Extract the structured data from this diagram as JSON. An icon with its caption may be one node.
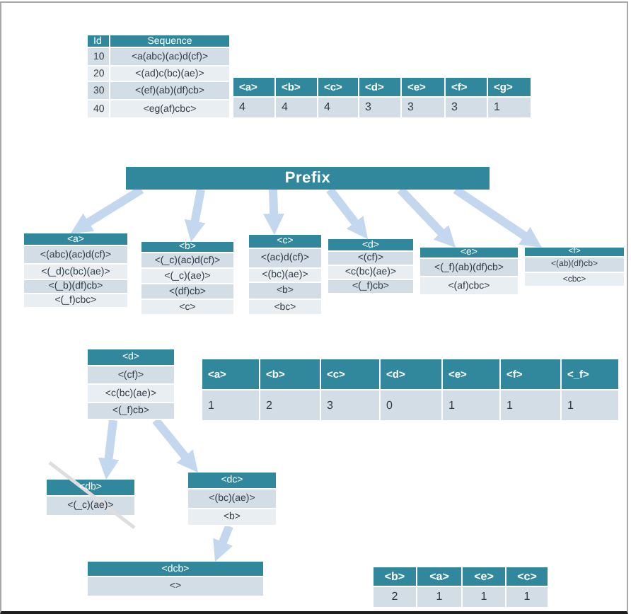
{
  "diagram": {
    "nodes": [
      {
        "text": [
          "Prefix"
        ]
      },
      {
        "text": [
          "<a>",
          "<(abc)(ac)d(cf)>",
          "<(_d)c(bc)(ae)>",
          "<(_b)(df)cb>",
          "<(_f)cbc>"
        ]
      },
      {
        "text": [
          "<b>",
          "<(_c)(ac)d(cf)>",
          "<(_c)(ae)>",
          "<(df)cb>",
          "<c>"
        ]
      },
      {
        "text": [
          "<c>",
          "<(ac)d(cf)>",
          "<(bc)(ae)>",
          "<b>",
          "<bc>"
        ]
      },
      {
        "text": [
          "<d>",
          "<(cf)>",
          "<c(bc)(ae)>",
          "<(_f)cb>"
        ]
      },
      {
        "text": [
          "<e>",
          "<(_f)(ab)(df)cb>",
          "<(af)cbc>"
        ]
      },
      {
        "text": [
          "<f>",
          "<(ab)(df)cb>",
          "<cbc>"
        ]
      },
      {
        "text": [
          "<d>",
          "<(cf)>",
          "<c(bc)(ae)>",
          "<(_f)cb>"
        ]
      },
      {
        "text": [
          "<db>",
          "<(_c)(ae)>"
        ]
      },
      {
        "text": [
          "<dc>",
          "<(bc)(ae)>",
          "<b>"
        ]
      },
      {
        "text": [
          "<dcb>",
          "<>"
        ]
      }
    ],
    "edges": [
      {
        "from": 0,
        "to": 1,
        "arrow": "to"
      },
      {
        "from": 0,
        "to": 2,
        "arrow": "to"
      },
      {
        "from": 0,
        "to": 3,
        "arrow": "to"
      },
      {
        "from": 0,
        "to": 4,
        "arrow": "to"
      },
      {
        "from": 0,
        "to": 5,
        "arrow": "to"
      },
      {
        "from": 0,
        "to": 6,
        "arrow": "to"
      },
      {
        "from": 7,
        "to": 8,
        "arrow": "to"
      },
      {
        "from": 7,
        "to": 9,
        "arrow": "to"
      },
      {
        "from": 9,
        "to": 10,
        "arrow": "to"
      }
    ],
    "labels": [
      "Id",
      "Sequence",
      "10",
      "<a(abc)(ac)d(cf)>",
      "20",
      "<(ad)c(bc)(ae)>",
      "30",
      "<(ef)(ab)(df)cb>",
      "40",
      "<eg(af)cbc>",
      "<a>",
      "<b>",
      "<c>",
      "<d>",
      "<e>",
      "<f>",
      "<g>",
      "4",
      "4",
      "4",
      "3",
      "3",
      "3",
      "1",
      "<a>",
      "<b>",
      "<c>",
      "<d>",
      "<e>",
      "<f>",
      "<_f>",
      "1",
      "2",
      "3",
      "0",
      "1",
      "1",
      "1",
      "<b>",
      "<a>",
      "<e>",
      "<c>",
      "2",
      "1",
      "1",
      "1"
    ]
  }
}
